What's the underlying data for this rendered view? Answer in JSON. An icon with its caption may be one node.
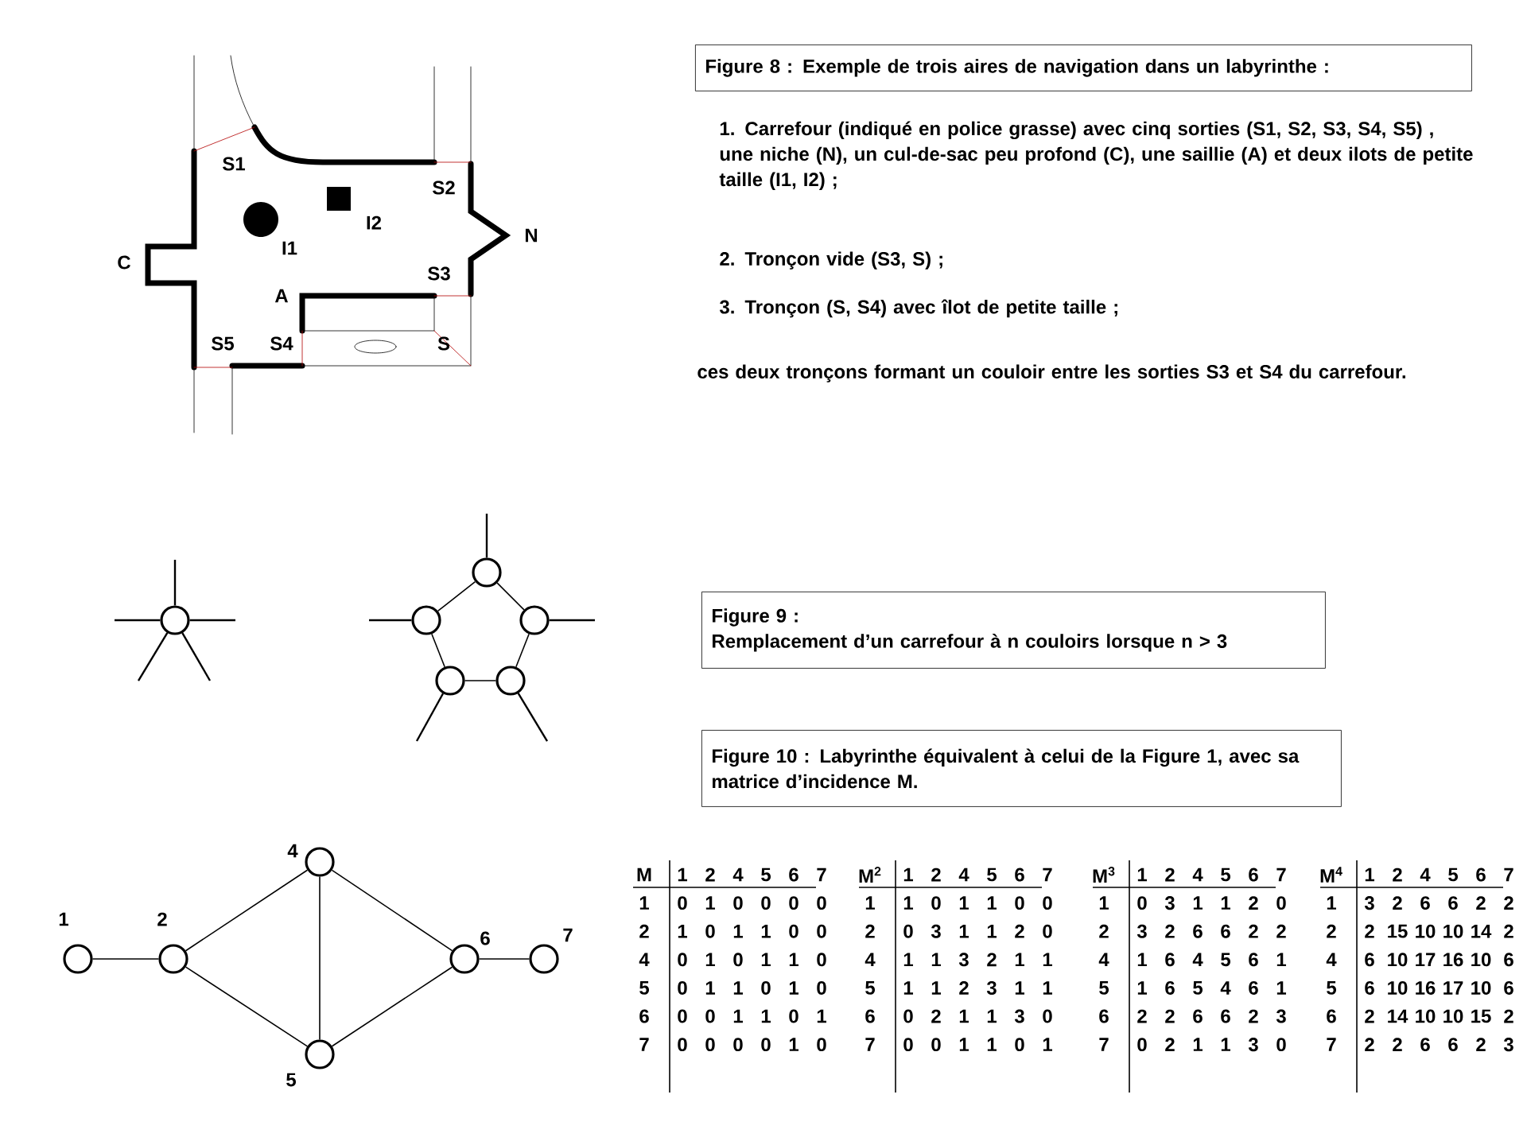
{
  "diagram": {
    "nodes": [
      {
        "text": [
          "Figure 8 : Exemple de trois aires de navigation dans un labyrinthe :"
        ]
      },
      {
        "text": [
          "Figure 9 :",
          "Remplacement d’un carrefour à n couloirs lorsque n > 3"
        ]
      },
      {
        "text": [
          "Figure 10 : Labyrinthe équivalent à celui de la Figure 1, avec sa matrice d’incidence M."
        ]
      },
      {
        "text": [],
        "shape": "circle"
      },
      {
        "text": [],
        "shape": "circle"
      },
      {
        "text": [],
        "shape": "circle"
      },
      {
        "text": [],
        "shape": "circle"
      },
      {
        "text": [],
        "shape": "circle"
      },
      {
        "text": [],
        "shape": "circle"
      },
      {
        "text": [],
        "shape": "circle",
        "beside": [
          "1"
        ]
      },
      {
        "text": [],
        "shape": "circle",
        "beside": [
          "2"
        ]
      },
      {
        "text": [],
        "shape": "circle",
        "beside": [
          "4"
        ]
      },
      {
        "text": [],
        "shape": "circle",
        "beside": [
          "5"
        ]
      },
      {
        "text": [],
        "shape": "circle",
        "beside": [
          "6"
        ]
      },
      {
        "text": [],
        "shape": "circle",
        "beside": [
          "7"
        ]
      }
    ],
    "edges": [
      {
        "from": null,
        "to": 3,
        "arrow": "none"
      },
      {
        "from": null,
        "to": 3,
        "arrow": "none"
      },
      {
        "from": null,
        "to": 3,
        "arrow": "none"
      },
      {
        "from": null,
        "to": 3,
        "arrow": "none"
      },
      {
        "from": null,
        "to": 3,
        "arrow": "none"
      },
      {
        "from": null,
        "to": 4,
        "arrow": "none"
      },
      {
        "from": null,
        "to": 5,
        "arrow": "none"
      },
      {
        "from": null,
        "to": 6,
        "arrow": "none"
      },
      {
        "from": null,
        "to": 7,
        "arrow": "none"
      },
      {
        "from": null,
        "to": 8,
        "arrow": "none"
      },
      {
        "from": 4,
        "to": 5,
        "arrow": "none"
      },
      {
        "from": 4,
        "to": 6,
        "arrow": "none"
      },
      {
        "from": 5,
        "to": 7,
        "arrow": "none"
      },
      {
        "from": 6,
        "to": 8,
        "arrow": "none"
      },
      {
        "from": 7,
        "to": 8,
        "arrow": "none"
      },
      {
        "from": 9,
        "to": 10,
        "arrow": "none"
      },
      {
        "from": 10,
        "to": 11,
        "arrow": "none"
      },
      {
        "from": 10,
        "to": 12,
        "arrow": "none"
      },
      {
        "from": 11,
        "to": 12,
        "arrow": "none"
      },
      {
        "from": 11,
        "to": 13,
        "arrow": "none"
      },
      {
        "from": 12,
        "to": 13,
        "arrow": "none"
      },
      {
        "from": 13,
        "to": 14,
        "arrow": "none"
      }
    ],
    "labels": [
      "S1",
      "S2",
      "N",
      "C",
      "I1",
      "I2",
      "S3",
      "A",
      "S5",
      "S4",
      "S",
      "1. Carrefour (indiqué en police grasse) avec cinq sorties (S1, S2, S3, S4, S5) , une niche (N), un  cul-de-sac peu profond (C), une saillie (A) et deux ilots de petite taille (I1, I2) ;",
      "2. Tronçon vide (S3, S) ;",
      "3. Tronçon (S, S4) avec îlot de petite taille ;",
      "ces deux tronçons formant un couloir entre les sorties S3 et S4 du carrefour.",
      "M",
      "1",
      "2",
      "4",
      "5",
      "6",
      "7",
      "1",
      "0",
      "1",
      "0",
      "0",
      "0",
      "0",
      "2",
      "1",
      "0",
      "1",
      "1",
      "0",
      "0",
      "4",
      "0",
      "1",
      "0",
      "1",
      "1",
      "0",
      "5",
      "0",
      "1",
      "1",
      "0",
      "1",
      "0",
      "6",
      "0",
      "0",
      "1",
      "1",
      "0",
      "1",
      "7",
      "0",
      "0",
      "0",
      "0",
      "1",
      "0",
      "M$^{2}$",
      "1",
      "2",
      "4",
      "5",
      "6",
      "7",
      "1",
      "1",
      "0",
      "1",
      "1",
      "0",
      "0",
      "2",
      "0",
      "3",
      "1",
      "1",
      "2",
      "0",
      "4",
      "1",
      "1",
      "3",
      "2",
      "1",
      "1",
      "5",
      "1",
      "1",
      "2",
      "3",
      "1",
      "1",
      "6",
      "0",
      "2",
      "1",
      "1",
      "3",
      "0",
      "7",
      "0",
      "0",
      "1",
      "1",
      "0",
      "1",
      "M$^{3}$",
      "1",
      "2",
      "4",
      "5",
      "6",
      "7",
      "1",
      "0",
      "3",
      "1",
      "1",
      "2",
      "0",
      "2",
      "3",
      "2",
      "6",
      "6",
      "2",
      "2",
      "4",
      "1",
      "6",
      "4",
      "5",
      "6",
      "1",
      "5",
      "1",
      "6",
      "5",
      "4",
      "6",
      "1",
      "6",
      "2",
      "2",
      "6",
      "6",
      "2",
      "3",
      "7",
      "0",
      "2",
      "1",
      "1",
      "3",
      "0",
      "M$^{4}$",
      "1",
      "2",
      "4",
      "5",
      "6",
      "7",
      "1",
      "3",
      "2",
      "6",
      "6",
      "2",
      "2",
      "2",
      "2",
      "15",
      "10",
      "10",
      "14",
      "2",
      "4",
      "6",
      "10",
      "17",
      "16",
      "10",
      "6",
      "5",
      "6",
      "10",
      "16",
      "17",
      "10",
      "6",
      "6",
      "2",
      "14",
      "10",
      "10",
      "15",
      "2",
      "7",
      "2",
      "2",
      "6",
      "6",
      "2",
      "3"
    ]
  }
}
